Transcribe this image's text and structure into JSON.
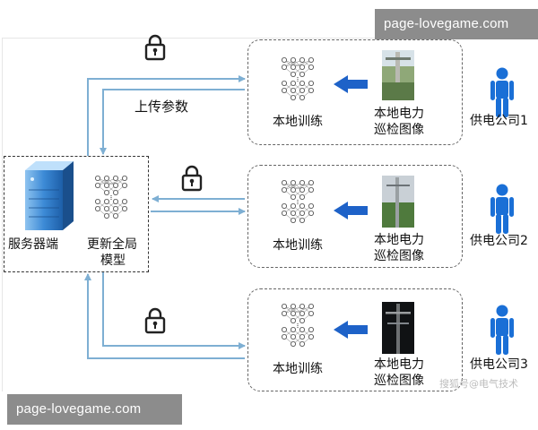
{
  "watermark": {
    "top": "page-lovegame.com",
    "bottom": "page-lovegame.com",
    "tiny": "搜狐号@电气技术"
  },
  "server": {
    "label": "服务器端",
    "model_line1": "更新全局",
    "model_line2": "模型"
  },
  "upload_label": "上传参数",
  "clients": [
    {
      "train": "本地训练",
      "img_line1": "本地电力",
      "img_line2": "巡检图像",
      "company": "供电公司1"
    },
    {
      "train": "本地训练",
      "img_line1": "本地电力",
      "img_line2": "巡检图像",
      "company": "供电公司2"
    },
    {
      "train": "本地训练",
      "img_line1": "本地电力",
      "img_line2": "巡检图像",
      "company": "供电公司3"
    }
  ],
  "colors": {
    "arrow": "#7eafd3",
    "accent_blue": "#1e62c8",
    "person_blue": "#1a6fd6"
  },
  "icons": [
    "lock-icon",
    "server-icon",
    "neural-network-icon",
    "person-icon",
    "arrow-left-icon"
  ]
}
